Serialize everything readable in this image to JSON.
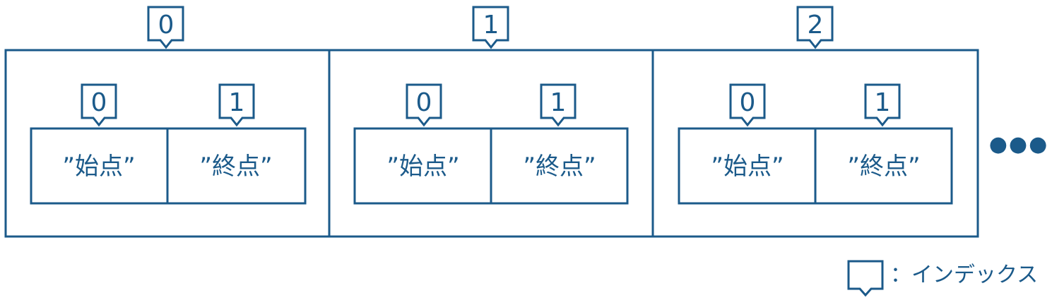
{
  "array": {
    "items": [
      {
        "index": "0",
        "cells": [
          {
            "index": "0",
            "value": "”始点”"
          },
          {
            "index": "1",
            "value": "”終点”"
          }
        ]
      },
      {
        "index": "1",
        "cells": [
          {
            "index": "0",
            "value": "”始点”"
          },
          {
            "index": "1",
            "value": "”終点”"
          }
        ]
      },
      {
        "index": "2",
        "cells": [
          {
            "index": "0",
            "value": "”始点”"
          },
          {
            "index": "1",
            "value": "”終点”"
          }
        ]
      }
    ],
    "continuation": "●●●"
  },
  "legend": {
    "label": "：インデックス"
  },
  "colors": {
    "primary": "#1b5a8a",
    "background": "#ffffff"
  }
}
